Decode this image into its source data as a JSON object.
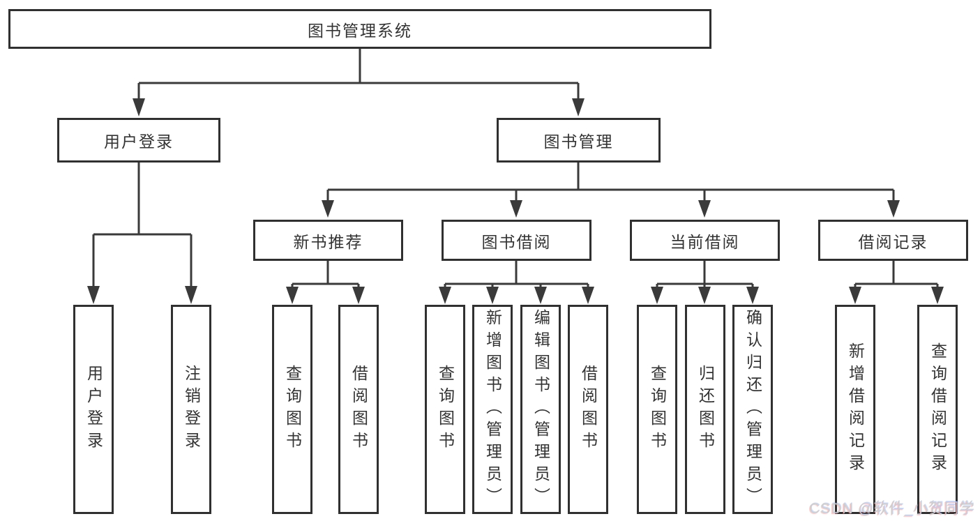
{
  "tree": {
    "title": "图书管理系统",
    "children": [
      {
        "label": "用户登录",
        "children": [
          {
            "label": "用户登录"
          },
          {
            "label": "注销登录"
          }
        ]
      },
      {
        "label": "图书管理",
        "children": [
          {
            "label": "新书推荐",
            "children": [
              {
                "label": "查询图书"
              },
              {
                "label": "借阅图书"
              }
            ]
          },
          {
            "label": "图书借阅",
            "children": [
              {
                "label": "查询图书"
              },
              {
                "label": "新增图书（管理员）"
              },
              {
                "label": "编辑图书（管理员）"
              },
              {
                "label": "借阅图书"
              }
            ]
          },
          {
            "label": "当前借阅",
            "children": [
              {
                "label": "查询图书"
              },
              {
                "label": "归还图书"
              },
              {
                "label": "确认归还（管理员）"
              }
            ]
          },
          {
            "label": "借阅记录",
            "children": [
              {
                "label": "新增借阅记录"
              },
              {
                "label": "查询借阅记录"
              }
            ]
          }
        ]
      }
    ]
  },
  "watermark": {
    "text": "CSDN @软件_小贺同学"
  },
  "colors": {
    "line": "#3a3a3a",
    "box_border": "#303030",
    "box_background": "#ffffff",
    "text": "#333333",
    "watermark": "#cdcdcd"
  }
}
